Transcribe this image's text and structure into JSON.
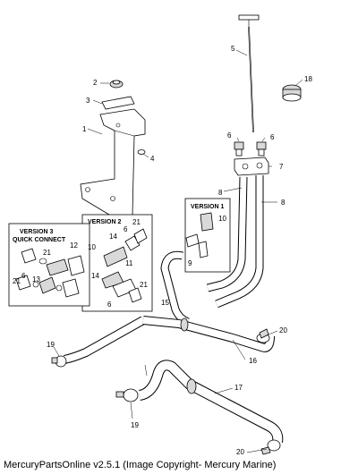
{
  "footer": "MercuryPartsOnline v2.5.1 (Image Copyright- Mercury Marine)",
  "callouts": {
    "c1": "1",
    "c2": "2",
    "c3": "3",
    "c4": "4",
    "c5": "5",
    "c6a": "6",
    "c6b": "6",
    "c6c": "6",
    "c6d": "6",
    "c6e": "6",
    "c7": "7",
    "c8a": "8",
    "c8b": "8",
    "c9": "9",
    "c10a": "10",
    "c10b": "10",
    "c11": "11",
    "c12": "12",
    "c13": "13",
    "c14a": "14",
    "c14b": "14",
    "c15": "15",
    "c16": "16",
    "c17": "17",
    "c18": "18",
    "c19a": "19",
    "c19b": "19",
    "c20a": "20",
    "c20b": "20",
    "c21a": "21",
    "c21b": "21",
    "c21c": "21",
    "c21d": "21"
  },
  "boxes": {
    "version1": "VERSION 1",
    "version2": "VERSION 2",
    "version3_line1": "VERSION 3",
    "version3_line2": "QUICK CONNECT"
  }
}
